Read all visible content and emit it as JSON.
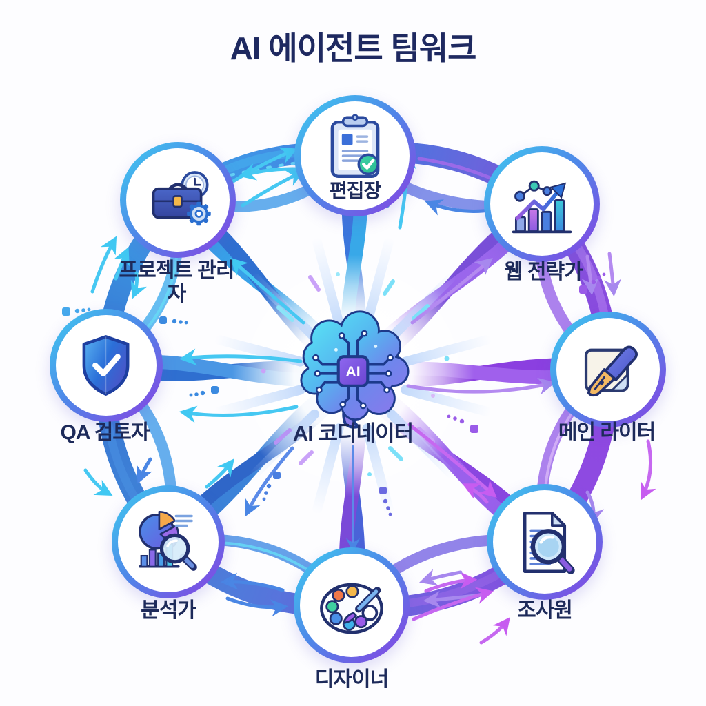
{
  "title": "AI 에이전트 팀워크",
  "center": {
    "label": "AI 코디네이터",
    "chip_text": "AI",
    "icon": "brain-circuit-icon"
  },
  "nodes": [
    {
      "id": "editor",
      "label": "편집장",
      "icon": "clipboard-check-icon"
    },
    {
      "id": "project-manager",
      "label": "프로젝트 관리자",
      "icon": "briefcase-clock-gear-icon"
    },
    {
      "id": "web-strategist",
      "label": "웹 전략가",
      "icon": "growth-chart-icon"
    },
    {
      "id": "qa-reviewer",
      "label": "QA 검토자",
      "icon": "shield-check-icon"
    },
    {
      "id": "main-writer",
      "label": "메인 라이터",
      "icon": "pen-paper-icon"
    },
    {
      "id": "analyst",
      "label": "분석가",
      "icon": "pie-chart-magnifier-icon"
    },
    {
      "id": "researcher",
      "label": "조사원",
      "icon": "document-magnifier-icon"
    },
    {
      "id": "designer",
      "label": "디자이너",
      "icon": "palette-brush-icon"
    }
  ],
  "colors": {
    "title_text": "#1e2960",
    "label_text": "#1d2a5a",
    "ribbon_blue": "#3b82d8",
    "ribbon_purple": "#8a46e0",
    "accent_cyan": "#40c8f2",
    "accent_magenta": "#c75cf0",
    "node_border_start": "#3ecdf0",
    "node_border_end": "#8a3fe2",
    "check_green": "#34d39b",
    "background": "#fdfdff"
  }
}
